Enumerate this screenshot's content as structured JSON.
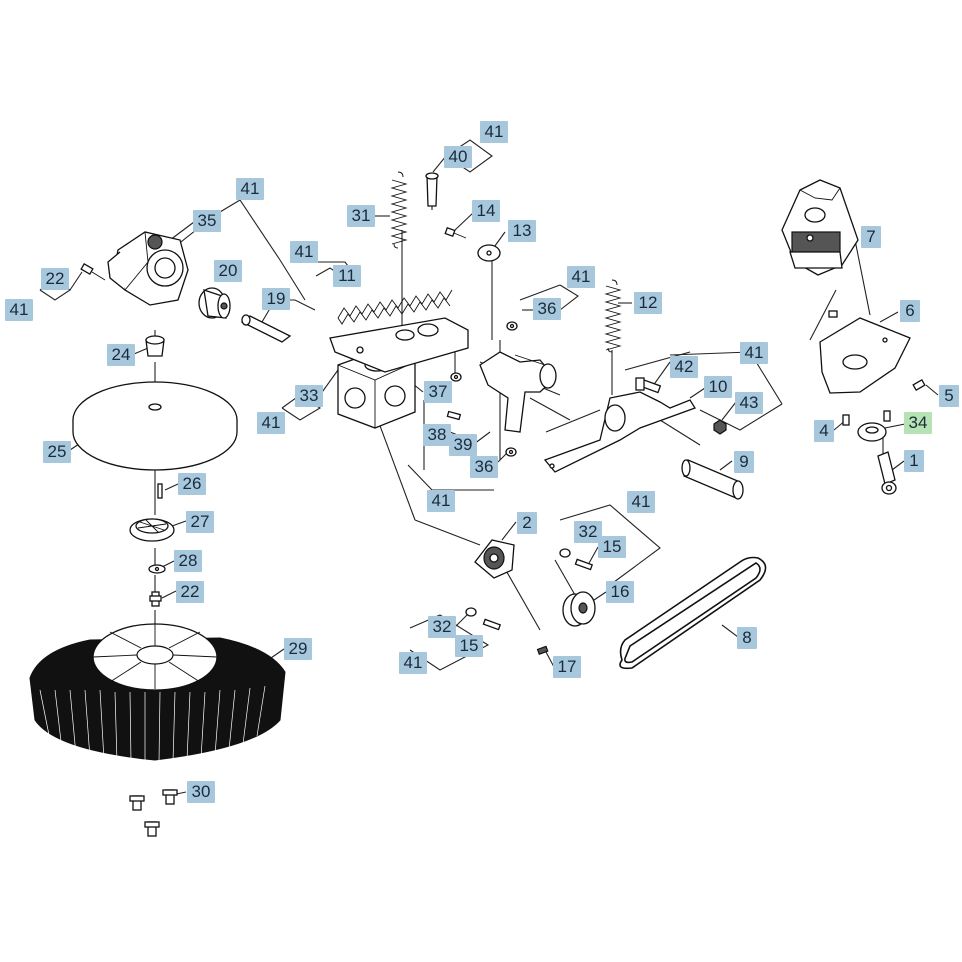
{
  "diagram": {
    "callouts": [
      {
        "id": "c41a",
        "label": "41"
      },
      {
        "id": "c40",
        "label": "40"
      },
      {
        "id": "c41b",
        "label": "41"
      },
      {
        "id": "c35",
        "label": "35"
      },
      {
        "id": "c31",
        "label": "31"
      },
      {
        "id": "c14",
        "label": "14"
      },
      {
        "id": "c13",
        "label": "13"
      },
      {
        "id": "c7",
        "label": "7"
      },
      {
        "id": "c41c",
        "label": "41"
      },
      {
        "id": "c11",
        "label": "11"
      },
      {
        "id": "c20",
        "label": "20"
      },
      {
        "id": "c22a",
        "label": "22"
      },
      {
        "id": "c41d",
        "label": "41"
      },
      {
        "id": "c41e",
        "label": "41"
      },
      {
        "id": "c19",
        "label": "19"
      },
      {
        "id": "c36a",
        "label": "36"
      },
      {
        "id": "c12",
        "label": "12"
      },
      {
        "id": "c6",
        "label": "6"
      },
      {
        "id": "c24",
        "label": "24"
      },
      {
        "id": "c42",
        "label": "42"
      },
      {
        "id": "c41f",
        "label": "41"
      },
      {
        "id": "c33",
        "label": "33"
      },
      {
        "id": "c37",
        "label": "37"
      },
      {
        "id": "c10",
        "label": "10"
      },
      {
        "id": "c5",
        "label": "5"
      },
      {
        "id": "c41g",
        "label": "41"
      },
      {
        "id": "c43",
        "label": "43"
      },
      {
        "id": "c4",
        "label": "4"
      },
      {
        "id": "c34",
        "label": "34"
      },
      {
        "id": "c38",
        "label": "38"
      },
      {
        "id": "c39",
        "label": "39"
      },
      {
        "id": "c25",
        "label": "25"
      },
      {
        "id": "c36b",
        "label": "36"
      },
      {
        "id": "c9",
        "label": "9"
      },
      {
        "id": "c1",
        "label": "1"
      },
      {
        "id": "c26",
        "label": "26"
      },
      {
        "id": "c41h",
        "label": "41"
      },
      {
        "id": "c41i",
        "label": "41"
      },
      {
        "id": "c27",
        "label": "27"
      },
      {
        "id": "c2",
        "label": "2"
      },
      {
        "id": "c32a",
        "label": "32"
      },
      {
        "id": "c15a",
        "label": "15"
      },
      {
        "id": "c28",
        "label": "28"
      },
      {
        "id": "c16",
        "label": "16"
      },
      {
        "id": "c22b",
        "label": "22"
      },
      {
        "id": "c32b",
        "label": "32"
      },
      {
        "id": "c8",
        "label": "8"
      },
      {
        "id": "c15b",
        "label": "15"
      },
      {
        "id": "c29",
        "label": "29"
      },
      {
        "id": "c41j",
        "label": "41"
      },
      {
        "id": "c17",
        "label": "17"
      },
      {
        "id": "c30",
        "label": "30"
      }
    ],
    "highlighted": "34",
    "colors": {
      "callout_bg": "#a7c8dc",
      "highlight_bg": "#b6e3b3",
      "line": "#222222"
    }
  }
}
